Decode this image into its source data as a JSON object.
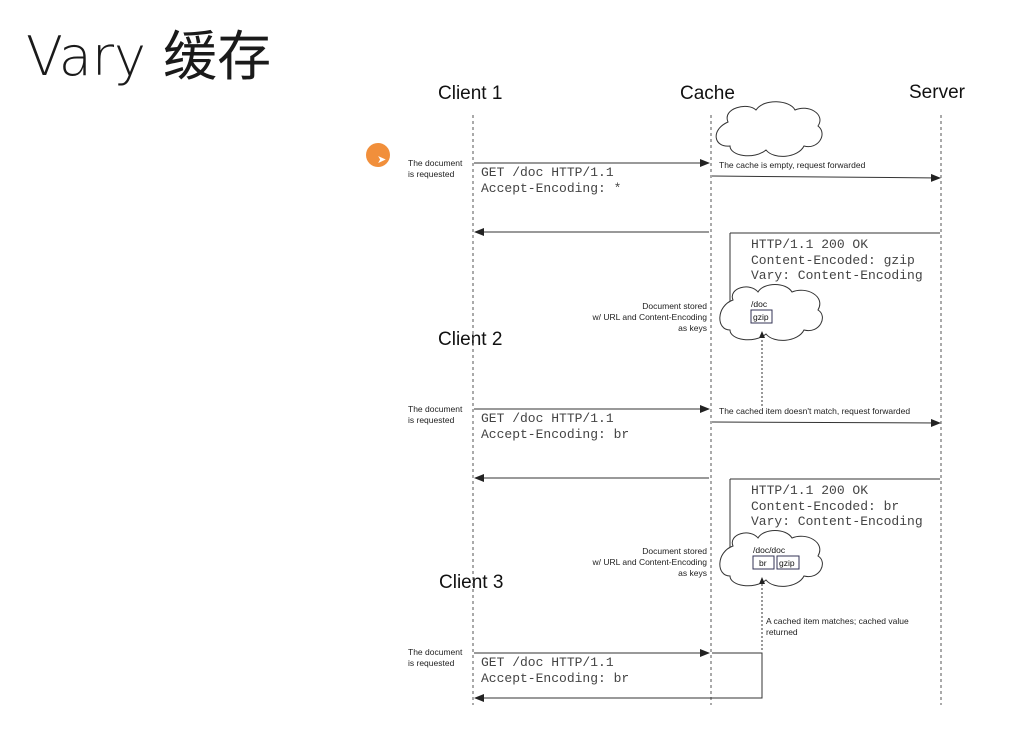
{
  "title": "Vary 缓存",
  "actors": {
    "client1": "Client 1",
    "cache": "Cache",
    "server": "Server",
    "client2": "Client 2",
    "client3": "Client 3"
  },
  "doc_requested": {
    "line1": "The document",
    "line2": "is requested"
  },
  "req1": {
    "line1": "GET /doc HTTP/1.1",
    "line2": "Accept-Encoding: *"
  },
  "cache_empty": "The cache is empty, request forwarded",
  "resp1": {
    "line1": "HTTP/1.1 200 OK",
    "line2": "Content-Encoded: gzip",
    "line3": "Vary: Content-Encoding"
  },
  "stored": {
    "line1": "Document stored",
    "line2": "w/ URL and Content-Encoding",
    "line3": "as keys"
  },
  "store1": {
    "path": "/doc",
    "key": "gzip"
  },
  "req2": {
    "line1": "GET /doc HTTP/1.1",
    "line2": "Accept-Encoding: br"
  },
  "no_match": "The cached item doesn't match, request forwarded",
  "resp2": {
    "line1": "HTTP/1.1 200 OK",
    "line2": "Content-Encoded: br",
    "line3": "Vary: Content-Encoding"
  },
  "store2": {
    "path": "/doc/doc",
    "key1": "br",
    "key2": "gzip"
  },
  "match": {
    "line1": "A cached item matches; cached value",
    "line2": "returned"
  },
  "req3": {
    "line1": "GET /doc HTTP/1.1",
    "line2": "Accept-Encoding: br"
  },
  "colors": {
    "cursor": "#f0862a",
    "line": "#333333"
  }
}
